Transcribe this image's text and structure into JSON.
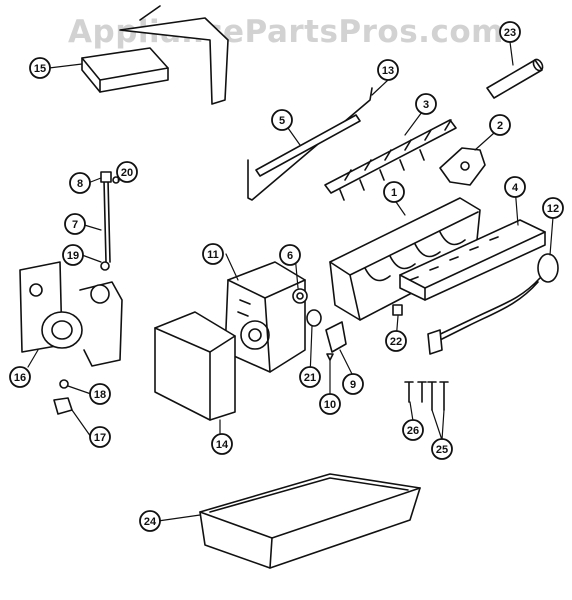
{
  "watermark": "AppliancePartsPros.com",
  "callouts": [
    {
      "id": "15",
      "name": "callout-15"
    },
    {
      "id": "23",
      "name": "callout-23"
    },
    {
      "id": "13",
      "name": "callout-13"
    },
    {
      "id": "5",
      "name": "callout-5"
    },
    {
      "id": "3",
      "name": "callout-3"
    },
    {
      "id": "2",
      "name": "callout-2"
    },
    {
      "id": "8",
      "name": "callout-8"
    },
    {
      "id": "20",
      "name": "callout-20"
    },
    {
      "id": "1",
      "name": "callout-1"
    },
    {
      "id": "4",
      "name": "callout-4"
    },
    {
      "id": "7",
      "name": "callout-7"
    },
    {
      "id": "12",
      "name": "callout-12"
    },
    {
      "id": "19",
      "name": "callout-19"
    },
    {
      "id": "11",
      "name": "callout-11"
    },
    {
      "id": "6",
      "name": "callout-6"
    },
    {
      "id": "22",
      "name": "callout-22"
    },
    {
      "id": "16",
      "name": "callout-16"
    },
    {
      "id": "21",
      "name": "callout-21"
    },
    {
      "id": "9",
      "name": "callout-9"
    },
    {
      "id": "18",
      "name": "callout-18"
    },
    {
      "id": "10",
      "name": "callout-10"
    },
    {
      "id": "26",
      "name": "callout-26"
    },
    {
      "id": "17",
      "name": "callout-17"
    },
    {
      "id": "14",
      "name": "callout-14"
    },
    {
      "id": "25",
      "name": "callout-25"
    },
    {
      "id": "24",
      "name": "callout-24"
    }
  ]
}
